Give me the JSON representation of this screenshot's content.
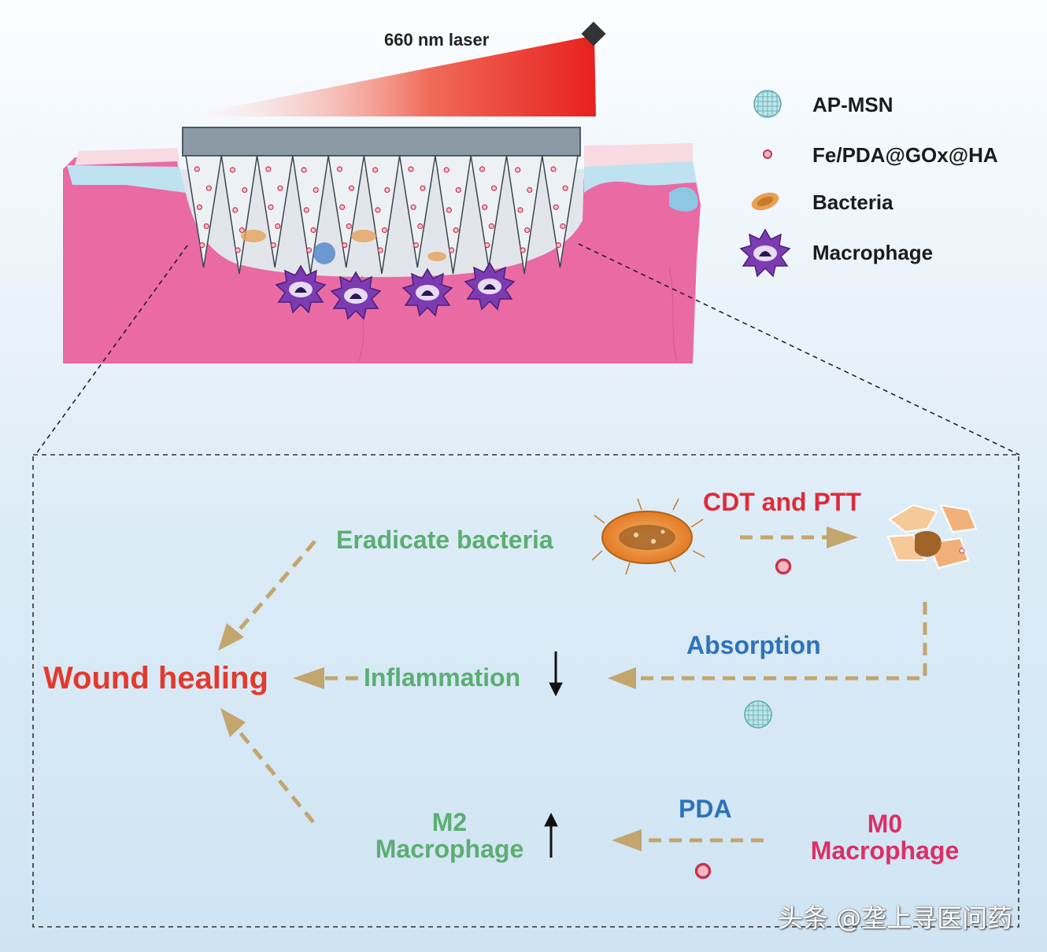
{
  "laser": {
    "label": "660 nm laser",
    "color": "#e8201e"
  },
  "legend": [
    {
      "icon": "ap-msn-icon",
      "label": "AP-MSN"
    },
    {
      "icon": "fe-pda-nanoparticle-icon",
      "label": "Fe/PDA@GOx@HA"
    },
    {
      "icon": "bacteria-icon",
      "label": "Bacteria"
    },
    {
      "icon": "macrophage-icon",
      "label": "Macrophage"
    }
  ],
  "mechanism": {
    "eradicate": "Eradicate bacteria",
    "cdt_ptt": "CDT and PTT",
    "absorption": "Absorption",
    "wound_healing": "Wound healing",
    "inflammation": "Inflammation",
    "m2_line1": "M2",
    "m2_line2": "Macrophage",
    "pda": "PDA",
    "m0_line1": "M0",
    "m0_line2": "Macrophage"
  },
  "colors": {
    "tissue": "#ea6aa3",
    "arrow": "#c3a56e",
    "green": "#5cae72",
    "red": "#e02a3a",
    "blue": "#2f72b8"
  },
  "watermark": "头条 @垄上寻医问药"
}
